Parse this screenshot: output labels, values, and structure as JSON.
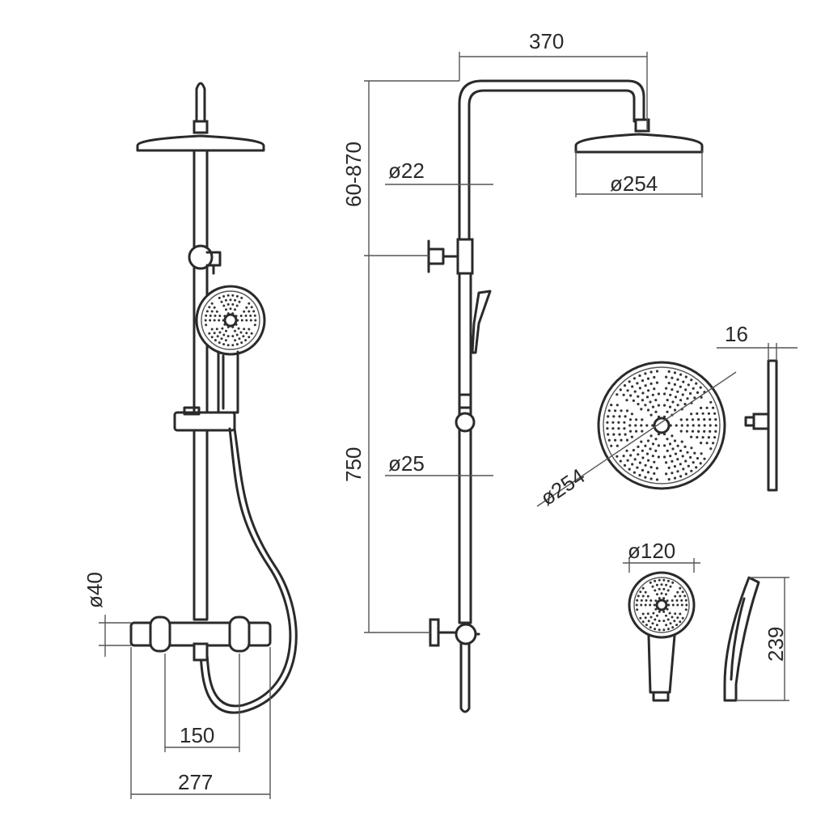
{
  "dimensions": {
    "head_width": "370",
    "height_range": "60-870",
    "pipe_upper_diameter": "ø22",
    "head_diameter": "ø254",
    "bar_height": "750",
    "pipe_lower_diameter": "ø25",
    "head_thickness": "16",
    "head_diameter_detail": "ø254",
    "hand_shower_diameter": "ø120",
    "hand_shower_length": "239",
    "connection_diameter": "ø40",
    "inlet_spacing": "150",
    "mixer_width": "277"
  },
  "colors": {
    "line": "#2a2a2a",
    "dimension_line": "#555555",
    "background": "#ffffff"
  }
}
